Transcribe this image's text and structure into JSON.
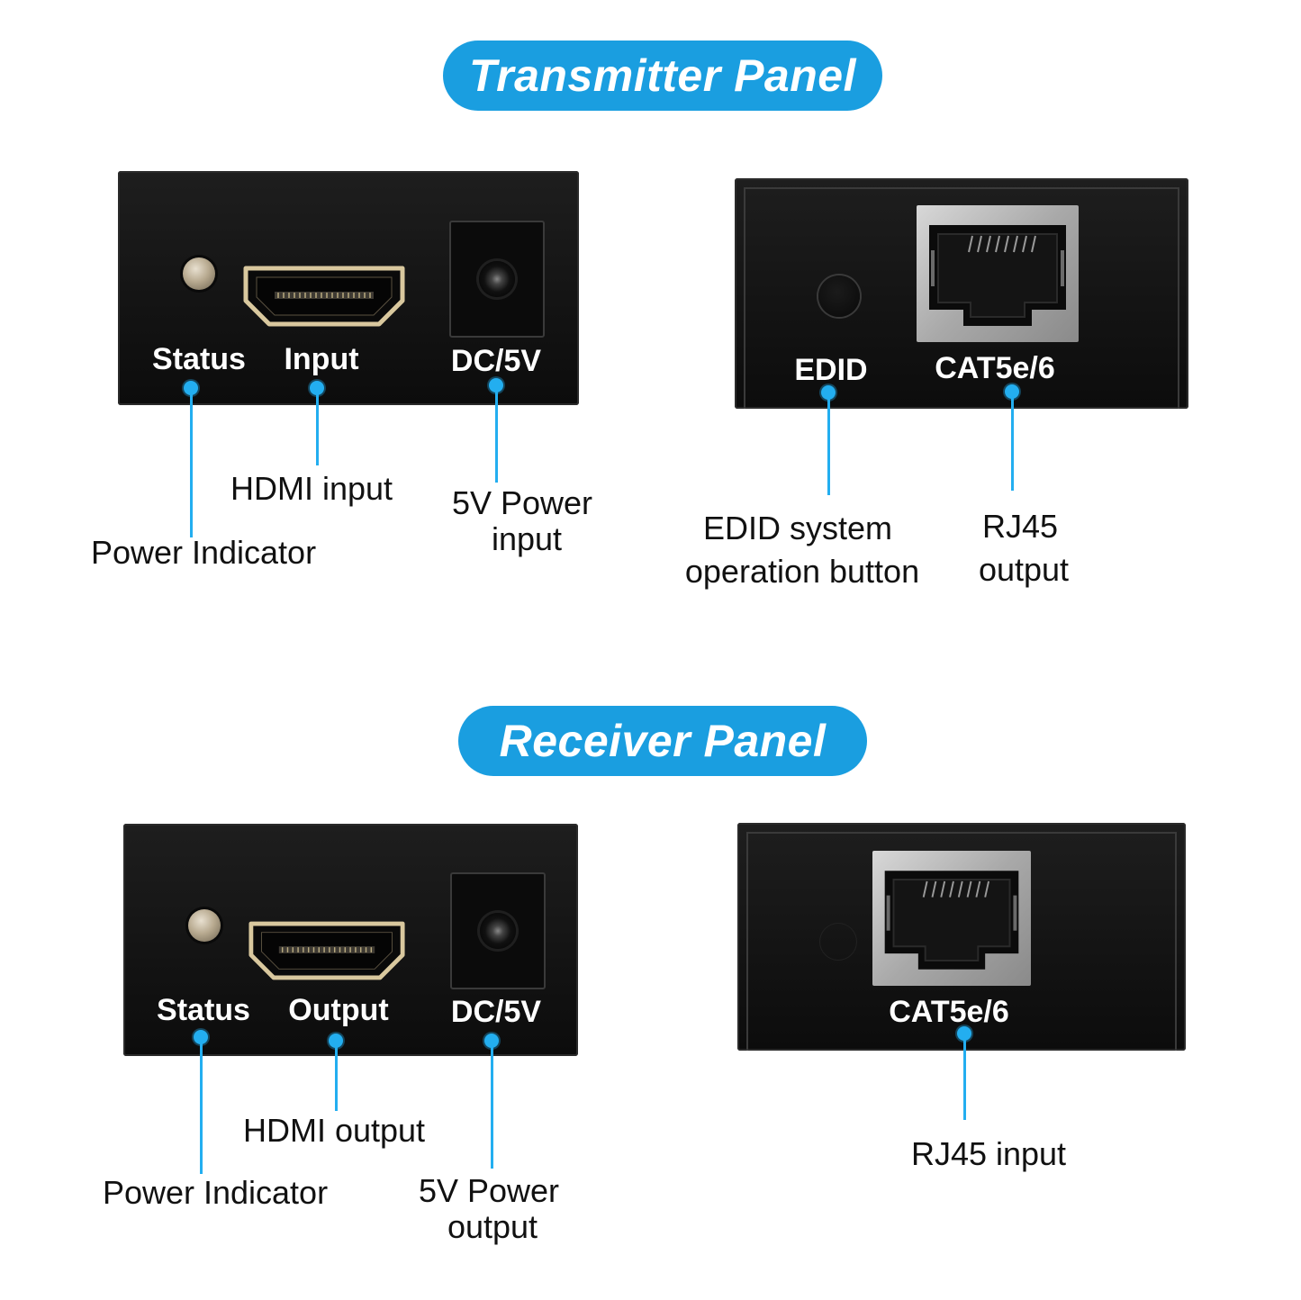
{
  "titles": {
    "transmitter": "Transmitter Panel",
    "receiver": "Receiver Panel"
  },
  "transmitter": {
    "front": {
      "labels": {
        "status": "Status",
        "port": "Input",
        "power": "DC/5V"
      },
      "callouts": {
        "status": "Power Indicator",
        "port": "HDMI input",
        "power_line1": "5V Power",
        "power_line2": "input"
      }
    },
    "back": {
      "labels": {
        "edid": "EDID",
        "rj45": "CAT5e/6"
      },
      "callouts": {
        "edid_line1": "EDID system",
        "edid_line2": "operation button",
        "rj45_line1": "RJ45",
        "rj45_line2": "output"
      }
    }
  },
  "receiver": {
    "front": {
      "labels": {
        "status": "Status",
        "port": "Output",
        "power": "DC/5V"
      },
      "callouts": {
        "status": "Power Indicator",
        "port": "HDMI output",
        "power_line1": "5V Power",
        "power_line2": "output"
      }
    },
    "back": {
      "labels": {
        "rj45": "CAT5e/6"
      },
      "callouts": {
        "rj45": "RJ45 input"
      }
    }
  },
  "colors": {
    "accent": "#1a9ee0",
    "callout": "#23aef0",
    "panel": "#141414"
  },
  "icons": [
    "status-led-icon",
    "hdmi-port-icon",
    "dc-jack-icon",
    "edid-button-icon",
    "rj45-port-icon"
  ]
}
